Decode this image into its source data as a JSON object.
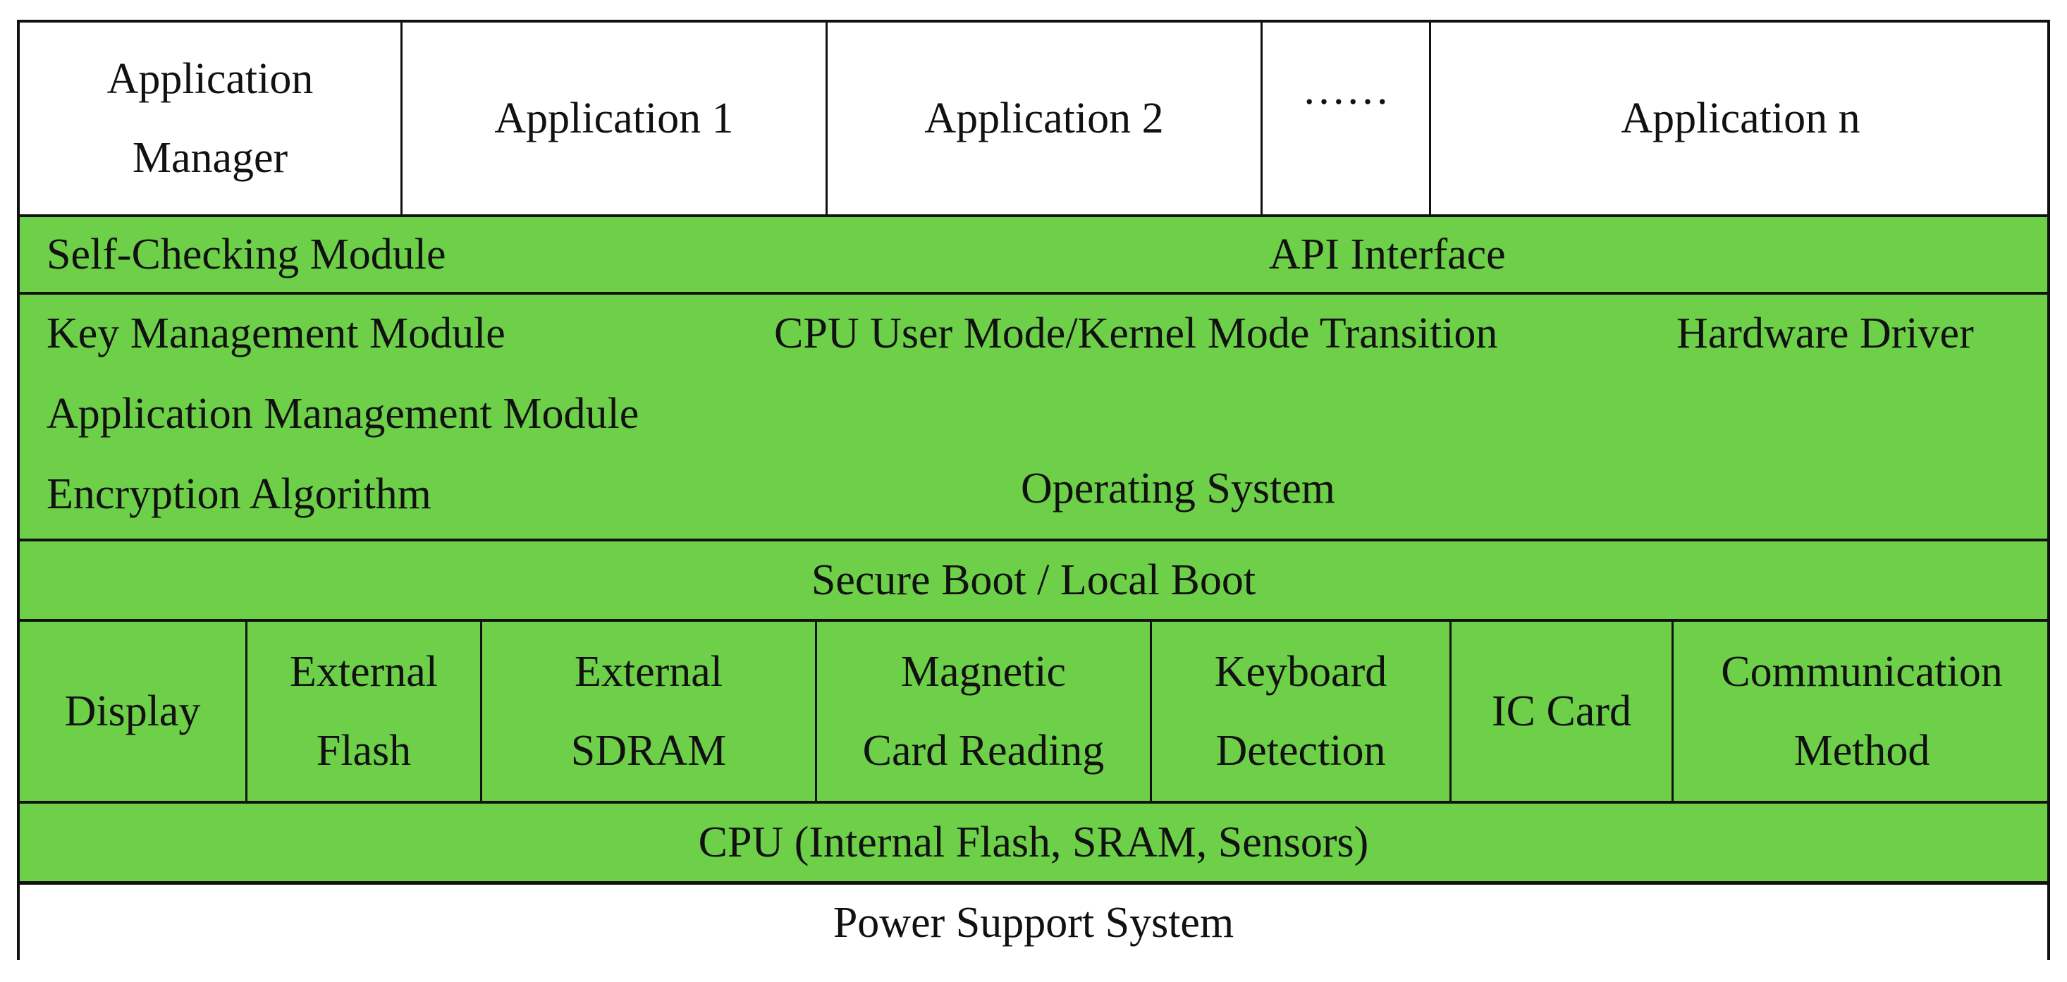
{
  "applications": {
    "manager_line1": "Application",
    "manager_line2": "Manager",
    "app1": "Application 1",
    "app2": "Application 2",
    "ellipsis": "……",
    "appn": "Application n"
  },
  "api_row": {
    "self_checking": "Self-Checking Module",
    "api_interface": "API Interface"
  },
  "os_block": {
    "key_management": "Key Management Module",
    "cpu_transition": "CPU User Mode/Kernel Mode Transition",
    "hardware_driver": "Hardware Driver",
    "app_management": "Application Management Module",
    "encryption": "Encryption Algorithm",
    "operating_system": "Operating System"
  },
  "boot": {
    "label": "Secure Boot / Local Boot"
  },
  "peripherals": [
    {
      "line1": "Display",
      "line2": ""
    },
    {
      "line1": "External",
      "line2": "Flash"
    },
    {
      "line1": "External",
      "line2": "SDRAM"
    },
    {
      "line1": "Magnetic",
      "line2": "Card Reading"
    },
    {
      "line1": "Keyboard",
      "line2": "Detection"
    },
    {
      "line1": "IC Card",
      "line2": ""
    },
    {
      "line1": "Communication",
      "line2": "Method"
    }
  ],
  "cpu": {
    "label": "CPU (Internal Flash, SRAM, Sensors)"
  },
  "power": {
    "label": "Power Support System"
  },
  "colors": {
    "green_fill": "#6dd048",
    "border": "#111111"
  }
}
